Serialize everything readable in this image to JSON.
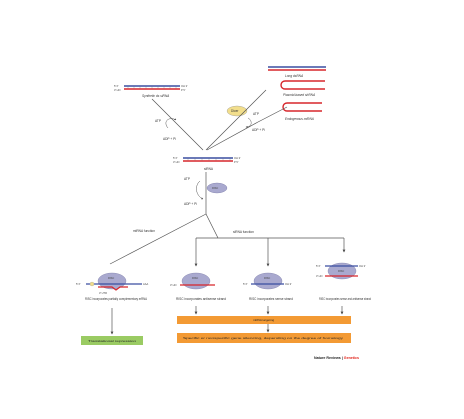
{
  "colors": {
    "rna_red": "#d7262b",
    "rna_blue": "#3a4ea0",
    "risc": "#a9a9cf",
    "dicer": "#f2de8c",
    "orange_box": "#f39a34",
    "green_box": "#9acb63",
    "line": "#555555"
  },
  "labels": {
    "synthetic_sirna": "Synthetic ds siRNA",
    "long_dsrna": "Long dsRNA",
    "plasmid_shrna": "Plasmid-based shRNA",
    "endogenous_mirna": "Endogenous miRNA",
    "dicer": "Dicer",
    "atp_1": "ATP",
    "adp_pi_1": "ADP + Pi",
    "atp_2": "ATP",
    "adp_pi_2": "ADP + Pi",
    "sirna": "siRNA",
    "risc_top": "RISC",
    "atp_3": "ATP",
    "adp_pi_3": "ADP + Pi",
    "mirna_function": "miRNA function",
    "sirna_function": "siRNA function",
    "p5": "5' P",
    "oh3": "OH 3'",
    "ho3": "3' HO",
    "p_end": "P 5'",
    "aaa": "AAA",
    "utr": "3' UTR",
    "risc_node": "RISC",
    "caption_mirna": "RISC incorporates partially complementary mRNA",
    "caption_antisense": "RISC incorporates antisense strand",
    "caption_sense": "RISC incorporates sense strand",
    "caption_both": "RISC incorporates sense and antisense strand",
    "mrna_targeting": "mRNA targeting",
    "silencing": "Specific or nonspecific gene silencing, depending on the degree of homology",
    "translational_repression": "Translational repression",
    "credit_main": "Nature Reviews",
    "credit_sep": " | ",
    "credit_sub": "Genetics"
  }
}
